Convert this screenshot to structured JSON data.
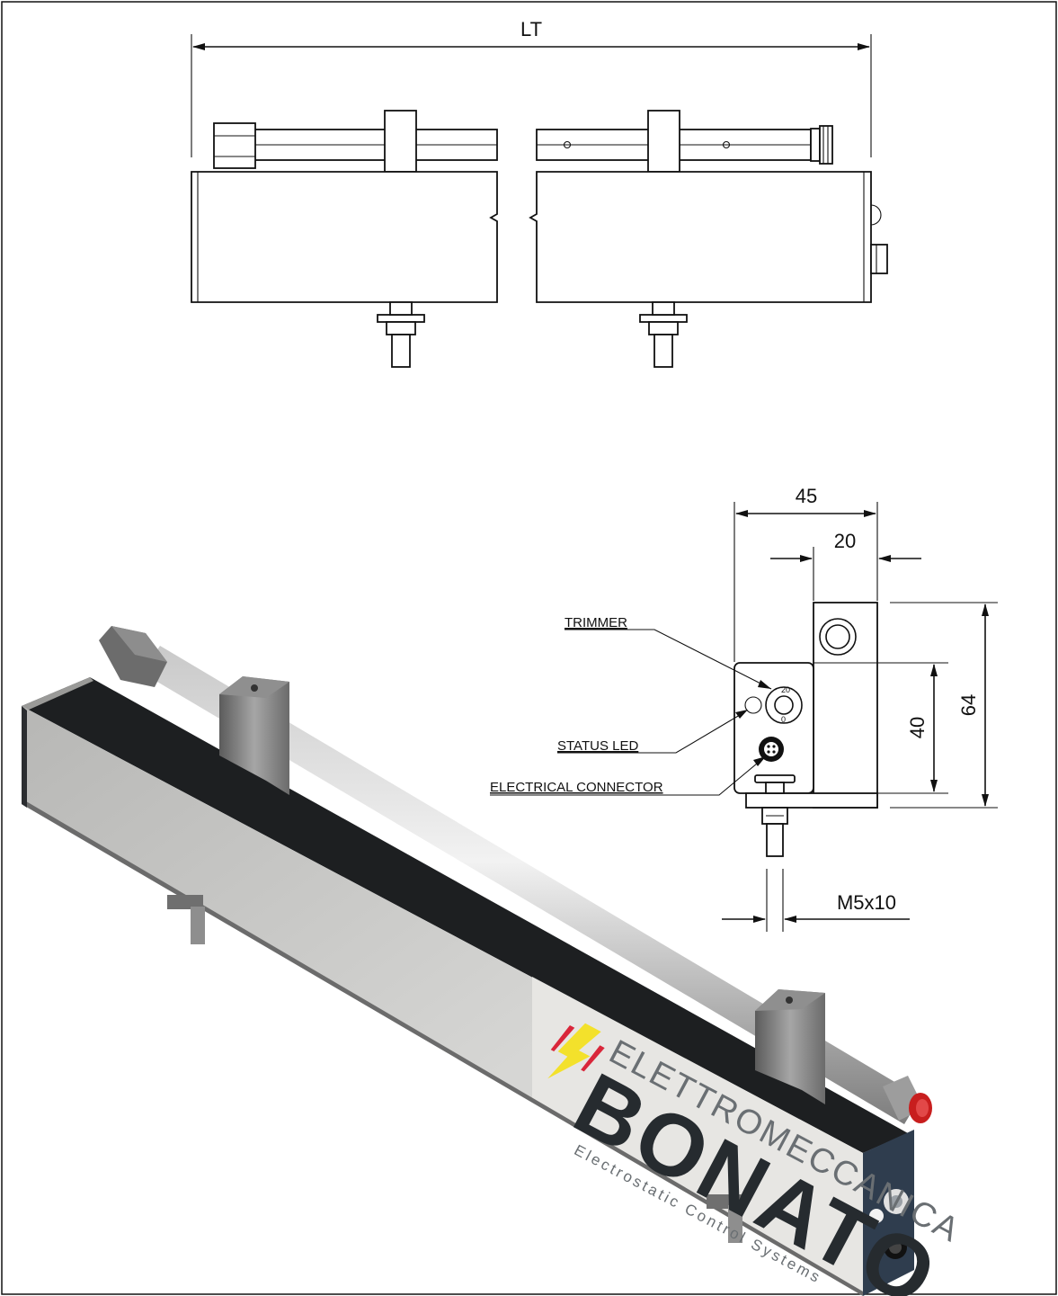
{
  "dimensions": {
    "total_length": "LT",
    "width_45": "45",
    "offset_20": "20",
    "height_40": "40",
    "height_64": "64",
    "thread": "M5x10"
  },
  "callouts": {
    "trimmer": "TRIMMER",
    "status_led": "STATUS LED",
    "electrical_connector": "ELECTRICAL CONNECTOR"
  },
  "logo": {
    "line1": "ELETTROMECCANICA",
    "line2": "BONATO",
    "line3": "Electrostatic Control Systems"
  },
  "colors": {
    "bar_face": "#d3d3d1",
    "end_cap": "#2f3d4e",
    "connector_cap": "#c81e1e",
    "logo_bolt_yellow": "#f3e12b",
    "logo_bolt_red": "#d9263a"
  }
}
